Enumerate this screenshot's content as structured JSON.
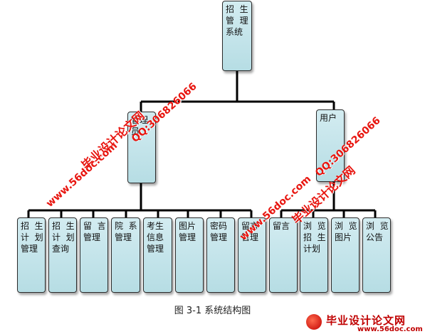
{
  "diagram": {
    "root": "招  生\n管  理\n系统",
    "level2": [
      {
        "label": "管理\n员"
      },
      {
        "label": "用户"
      }
    ],
    "admin_children": [
      "招  生\n计  划\n管理",
      "招  生\n计  划\n查询",
      "留  言\n管理",
      "院  系\n管理",
      "考生\n信息\n管理",
      "图片\n管理",
      "密码\n管理",
      "留言\n管理"
    ],
    "user_children": [
      "留言",
      "浏  览\n招  生\n计划",
      "浏  览\n图片",
      "浏  览\n公告"
    ],
    "caption": "图 3-1 系统结构图"
  },
  "watermarks": {
    "site_cn": "毕业设计论文网",
    "url": "www.56doc.com",
    "qq": "QQ:306826066"
  },
  "logo": {
    "text": "毕业设计论文网",
    "url": "www.56doc.com"
  }
}
